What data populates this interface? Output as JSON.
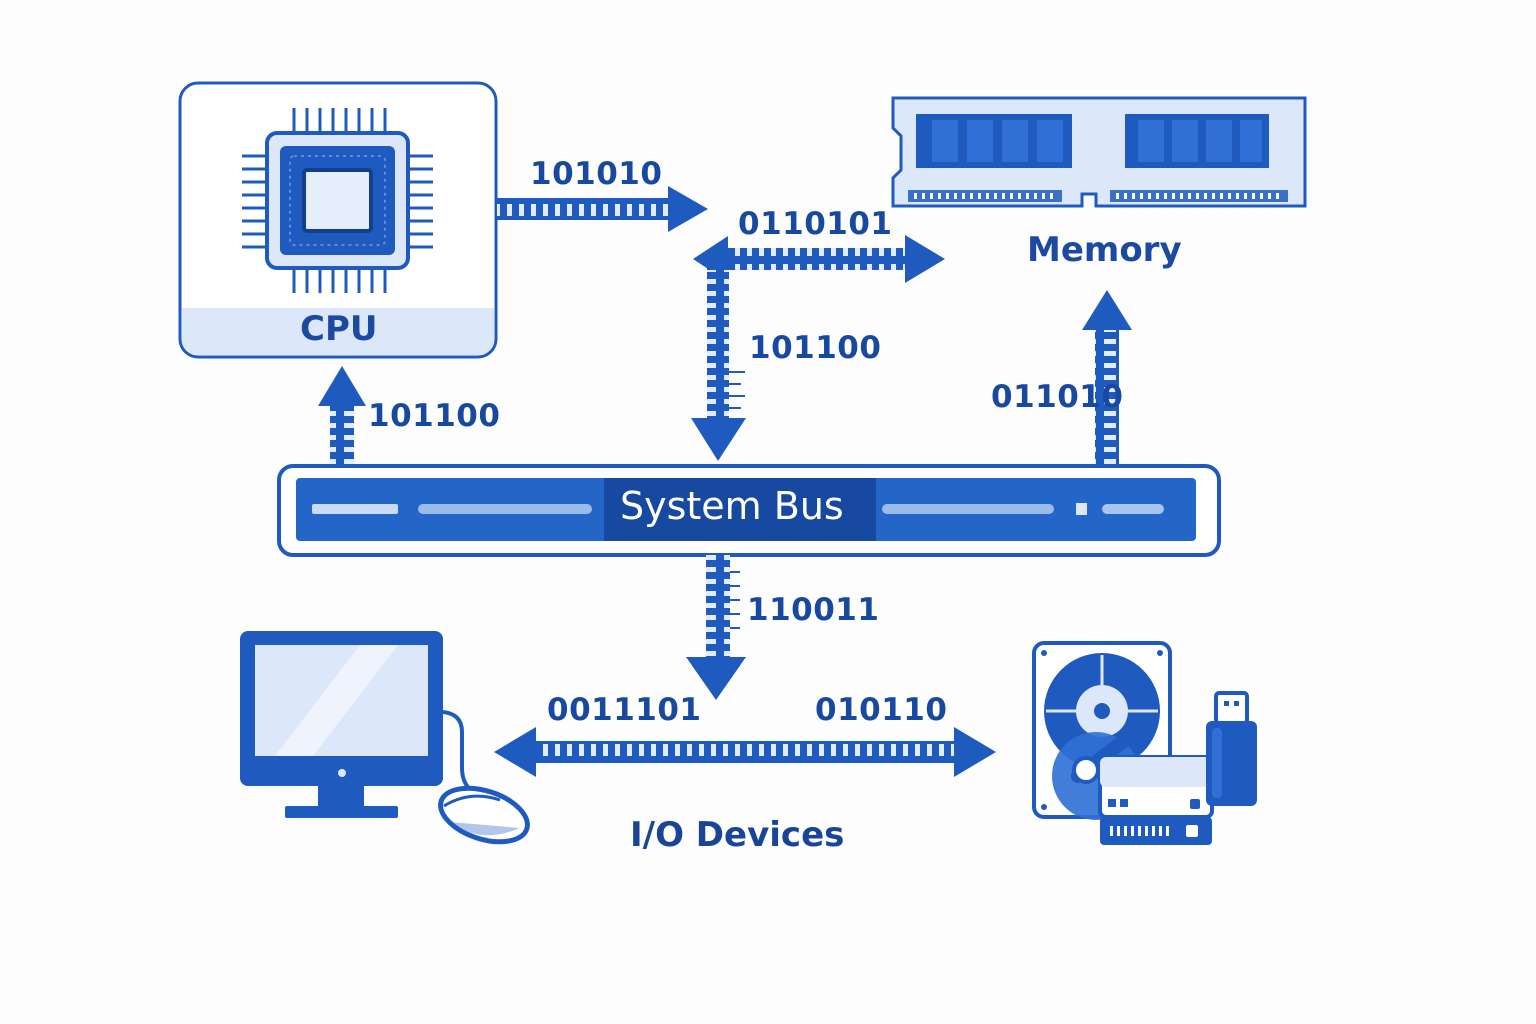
{
  "components": {
    "cpu": "CPU",
    "memory": "Memory",
    "bus": "System Bus",
    "io": "I/O Devices"
  },
  "signals": {
    "cpu_to_bus": "101010",
    "bus_to_memory": "0110101",
    "bus_down": "101100",
    "bus_to_cpu": "101100",
    "bus_to_memory_up": "011010",
    "bus_to_io": "110011",
    "io_left": "0011101",
    "io_right": "010110"
  },
  "colors": {
    "primary": "#1f5bbf",
    "dark": "#1849a0",
    "light": "#dce8fa",
    "background": "#fdfdfe"
  },
  "icons": [
    "cpu-chip-icon",
    "memory-module-icon",
    "monitor-icon",
    "mouse-icon",
    "hard-drive-icon",
    "usb-drive-icon",
    "ssd-icon"
  ]
}
